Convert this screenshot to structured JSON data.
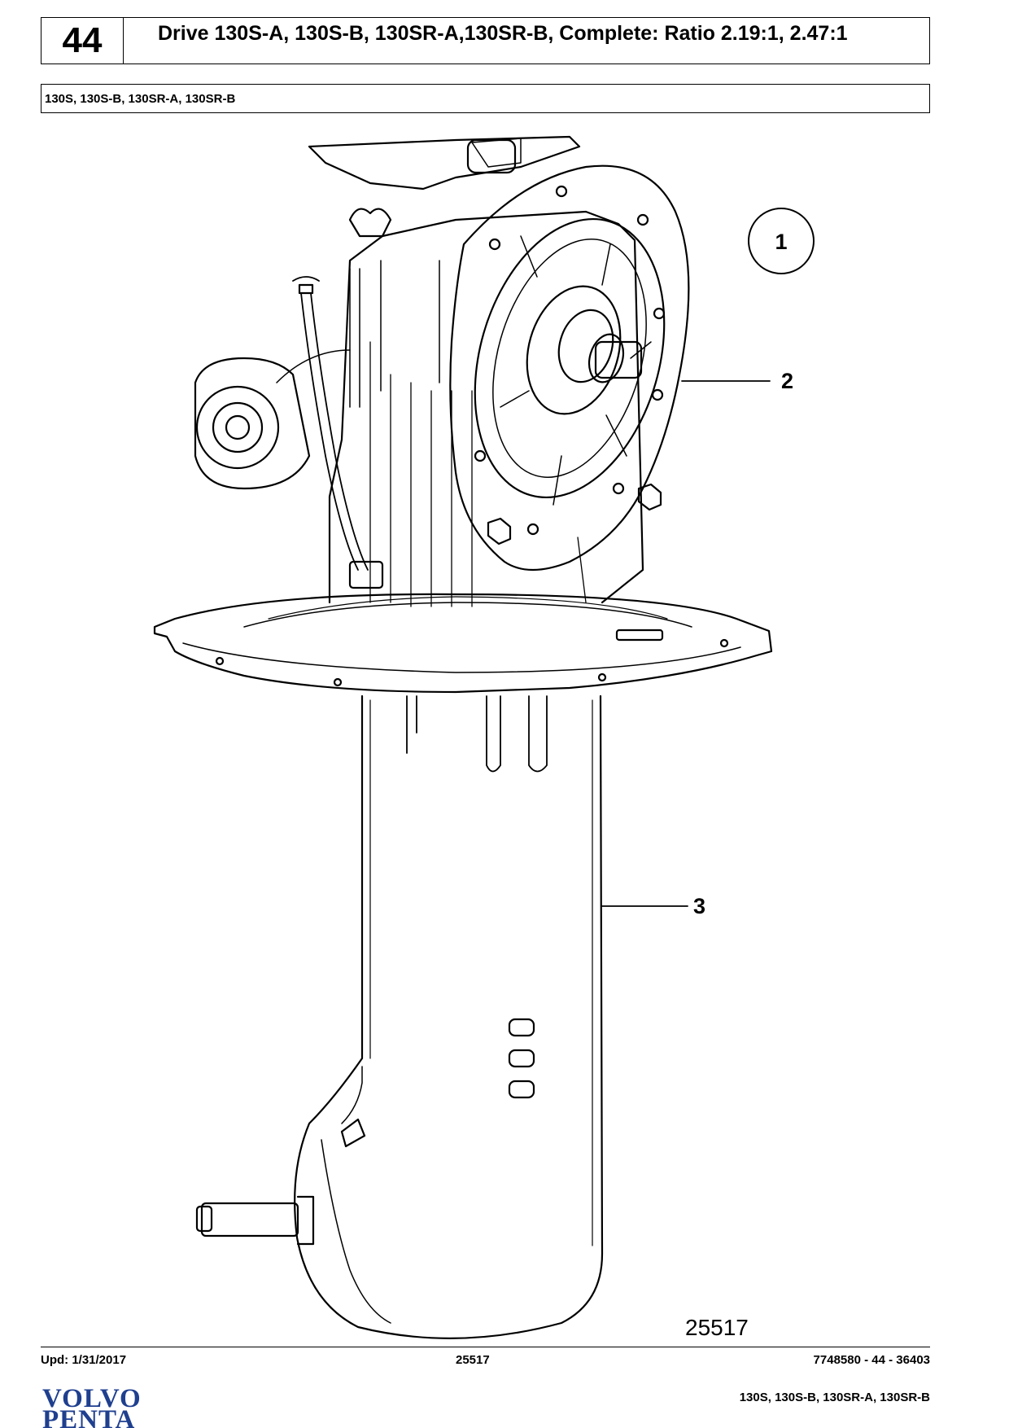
{
  "header": {
    "page_number": "44",
    "title": "Drive 130S-A, 130S-B, 130SR-A,130SR-B, Complete: Ratio 2.19:1, 2.47:1"
  },
  "variant": "130S, 130S-B, 130SR-A, 130SR-B",
  "illustration": {
    "callouts": [
      "1",
      "2",
      "3"
    ],
    "drawing_number": "25517"
  },
  "footer": {
    "updated": "Upd: 1/31/2017",
    "image_id": "25517",
    "document_ref": "7748580 - 44 - 36403",
    "models": "130S, 130S-B, 130SR-A, 130SR-B"
  },
  "logo": {
    "line1": "VOLVO",
    "line2": "PENTA",
    "color": "#1f3f8f"
  }
}
